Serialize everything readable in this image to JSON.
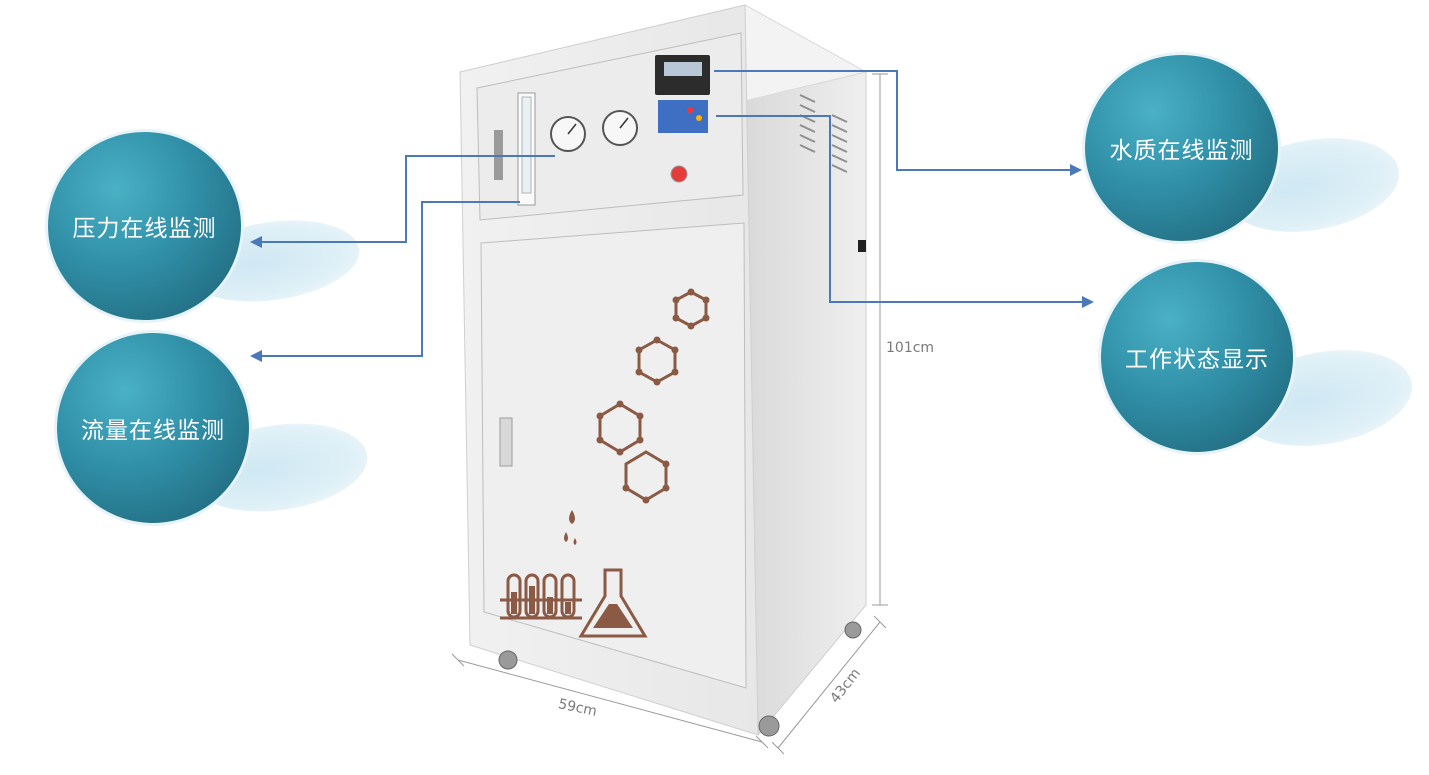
{
  "callouts": {
    "pressure": "压力在线监测",
    "flow": "流量在线监测",
    "water_quality": "水质在线监测",
    "work_status": "工作状态显示"
  },
  "dimensions": {
    "height": "101cm",
    "width": "59cm",
    "depth": "43cm"
  },
  "colors": {
    "bubble": "#2f8ea6",
    "arrow": "#4a78b8",
    "decal": "#8a5a44"
  }
}
